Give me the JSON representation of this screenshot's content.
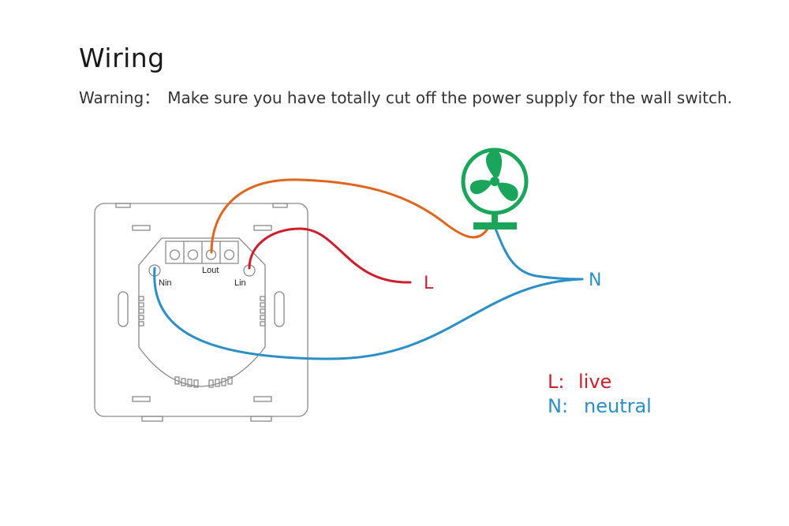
{
  "header": {
    "title": "Wiring",
    "warning_label": "Warning：",
    "warning_text": "Make sure you have totally cut off the power supply for the wall switch."
  },
  "switch": {
    "terminal_lout": "Lout",
    "terminal_nin": "Nin",
    "terminal_lin": "Lin"
  },
  "wires": {
    "live_label": "L",
    "neutral_label": "N"
  },
  "legend": {
    "live_key": "L:",
    "live_text": "live",
    "neutral_key": "N:",
    "neutral_text": "neutral"
  },
  "colors": {
    "live": "#cc1f2a",
    "neutral": "#2b8fc7",
    "load": "#e0661f",
    "fan": "#1aa65a",
    "outline": "#8a8a8a"
  },
  "icons": {
    "load": "fan-icon"
  }
}
